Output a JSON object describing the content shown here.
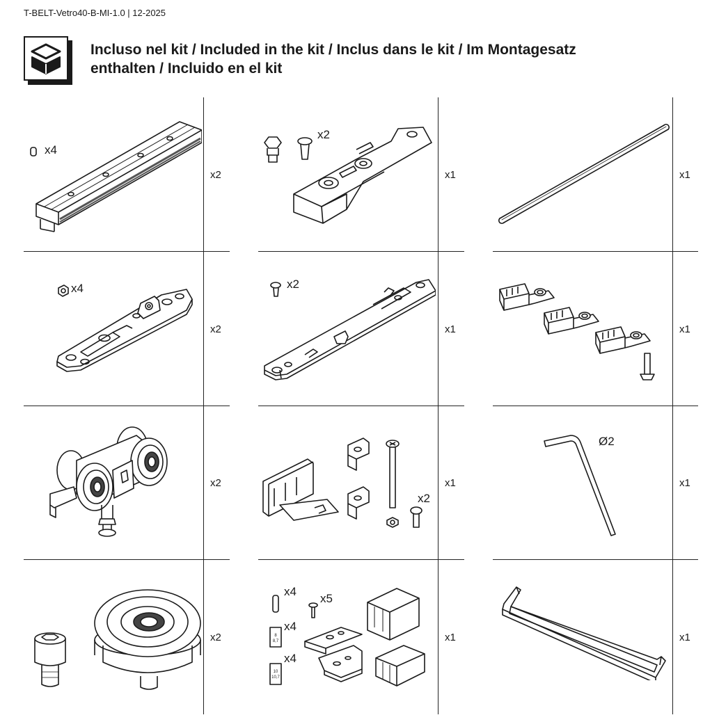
{
  "document": {
    "code": "T-BELT-Vetro40-B-MI-1.0 | 12-2025",
    "title_line1": "Incluso nel kit / Included in the kit / Inclus dans le kit / Im Montagesatz",
    "title_line2": "enthalten / Incluido en el kit",
    "header_icon": "open-box-icon"
  },
  "components": [
    {
      "quantity": "x2",
      "callouts": [
        "x4"
      ]
    },
    {
      "quantity": "x1",
      "callouts": [
        "x2"
      ]
    },
    {
      "quantity": "x1",
      "callouts": []
    },
    {
      "quantity": "x2",
      "callouts": [
        "x4"
      ]
    },
    {
      "quantity": "x1",
      "callouts": [
        "x2"
      ]
    },
    {
      "quantity": "x1",
      "callouts": []
    },
    {
      "quantity": "x2",
      "callouts": []
    },
    {
      "quantity": "x1",
      "callouts": [
        "x2"
      ]
    },
    {
      "quantity": "x1",
      "callouts": [
        "Ø2"
      ]
    },
    {
      "quantity": "x2",
      "callouts": []
    },
    {
      "quantity": "x1",
      "callouts": [
        "x4",
        "x5",
        "x4",
        "x4"
      ],
      "spacer_labels": [
        "8",
        "8,7",
        "10",
        "10,7"
      ]
    },
    {
      "quantity": "x1",
      "callouts": []
    }
  ]
}
